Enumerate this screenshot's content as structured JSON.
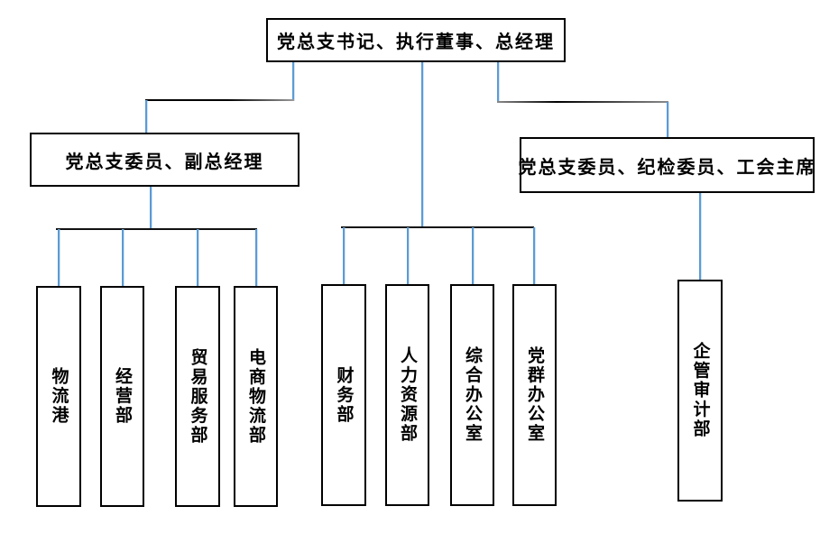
{
  "org_chart": {
    "root": {
      "label": "党总支书记、执行董事、总经理"
    },
    "managers": [
      {
        "label": "党总支委员、副总经理"
      },
      {
        "label": "党总支委员、纪检委员、工会主席"
      }
    ],
    "departments": [
      {
        "label": "物流港"
      },
      {
        "label": "经营部"
      },
      {
        "label": "贸易服务部"
      },
      {
        "label": "电商物流部"
      },
      {
        "label": "财务部"
      },
      {
        "label": "人力资源部"
      },
      {
        "label": "综合办公室"
      },
      {
        "label": "党群办公室"
      },
      {
        "label": "企管审计部"
      }
    ]
  },
  "colors": {
    "connector_vertical": "#5B9BD5",
    "connector_horizontal": "#000000",
    "box_border": "#000000",
    "box_fill": "#FFFFFF",
    "text": "#000000"
  }
}
